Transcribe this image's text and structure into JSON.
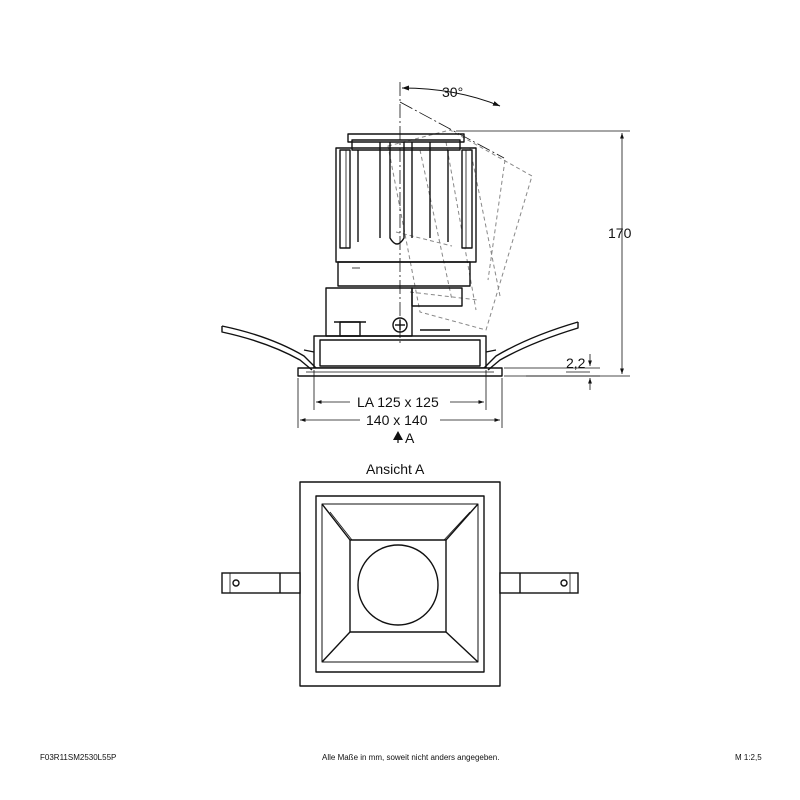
{
  "drawing": {
    "angle_label": "30°",
    "height_label": "170",
    "flange_label": "2,2",
    "cutout_label": "LA 125 x 125",
    "outer_label": "140 x 140",
    "view_marker_label": "A",
    "view_title": "Ansicht A"
  },
  "footer": {
    "product_code": "F03R11SM2530L55P",
    "note": "Alle Maße in mm, soweit nicht anders angegeben.",
    "scale": "M 1:2,5"
  }
}
